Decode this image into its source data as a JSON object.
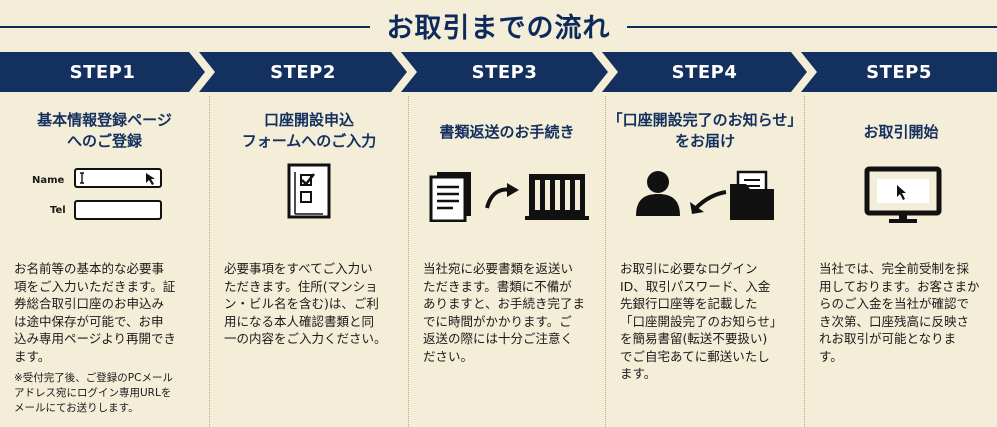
{
  "header": {
    "title": "お取引までの流れ"
  },
  "steps": [
    {
      "label": "STEP1",
      "title_lines": [
        "基本情報登録ページ",
        "へのご登録"
      ],
      "form": {
        "name_label": "Name",
        "tel_label": "Tel"
      },
      "body_lines": [
        "お名前等の基本的な必要事",
        "項をご入力いただきます。証",
        "券総合取引口座のお申込み",
        "は途中保存が可能で、お申",
        "込み専用ページより再開でき",
        "ます。"
      ],
      "note_lines": [
        "※受付完了後、ご登録のPCメール",
        "アドレス宛にログイン専用URLを",
        "メールにてお送りします。"
      ],
      "icon": "form-input-icon"
    },
    {
      "label": "STEP2",
      "title_lines": [
        "口座開設申込",
        "フォームへのご入力"
      ],
      "body_lines": [
        "必要事項をすべてご入力い",
        "ただきます。住所(マンショ",
        "ン・ビル名を含む)は、ご利",
        "用になる本人確認書類と同",
        "一の内容をご入力ください。"
      ],
      "icon": "checklist-document-icon"
    },
    {
      "label": "STEP3",
      "title_lines": [
        "書類返送のお手続き"
      ],
      "body_lines": [
        "当社宛に必要書類を返送い",
        "ただきます。書類に不備が",
        "ありますと、お手続き完了ま",
        "でに時間がかかります。ご",
        "返送の際には十分ご注意く",
        "ださい。"
      ],
      "icon": "documents-to-building-icon"
    },
    {
      "label": "STEP4",
      "title_lines": [
        "「口座開設完了のお知らせ」",
        "をお届け"
      ],
      "body_lines": [
        "お取引に必要なログイン",
        "ID、取引パスワード、入金",
        "先銀行口座等を記載した",
        "「口座開設完了のお知らせ」",
        "を簡易書留(転送不要扱い)",
        "でご自宅あてに郵送いたし",
        "ます。"
      ],
      "icon": "user-receives-folder-icon"
    },
    {
      "label": "STEP5",
      "title_lines": [
        "お取引開始"
      ],
      "body_lines": [
        "当社では、完全前受制を採",
        "用しております。お客さまか",
        "らのご入金を当社が確認で",
        "き次第、口座残高に反映さ",
        "れお取引が可能となりま",
        "す。"
      ],
      "icon": "monitor-icon"
    }
  ]
}
